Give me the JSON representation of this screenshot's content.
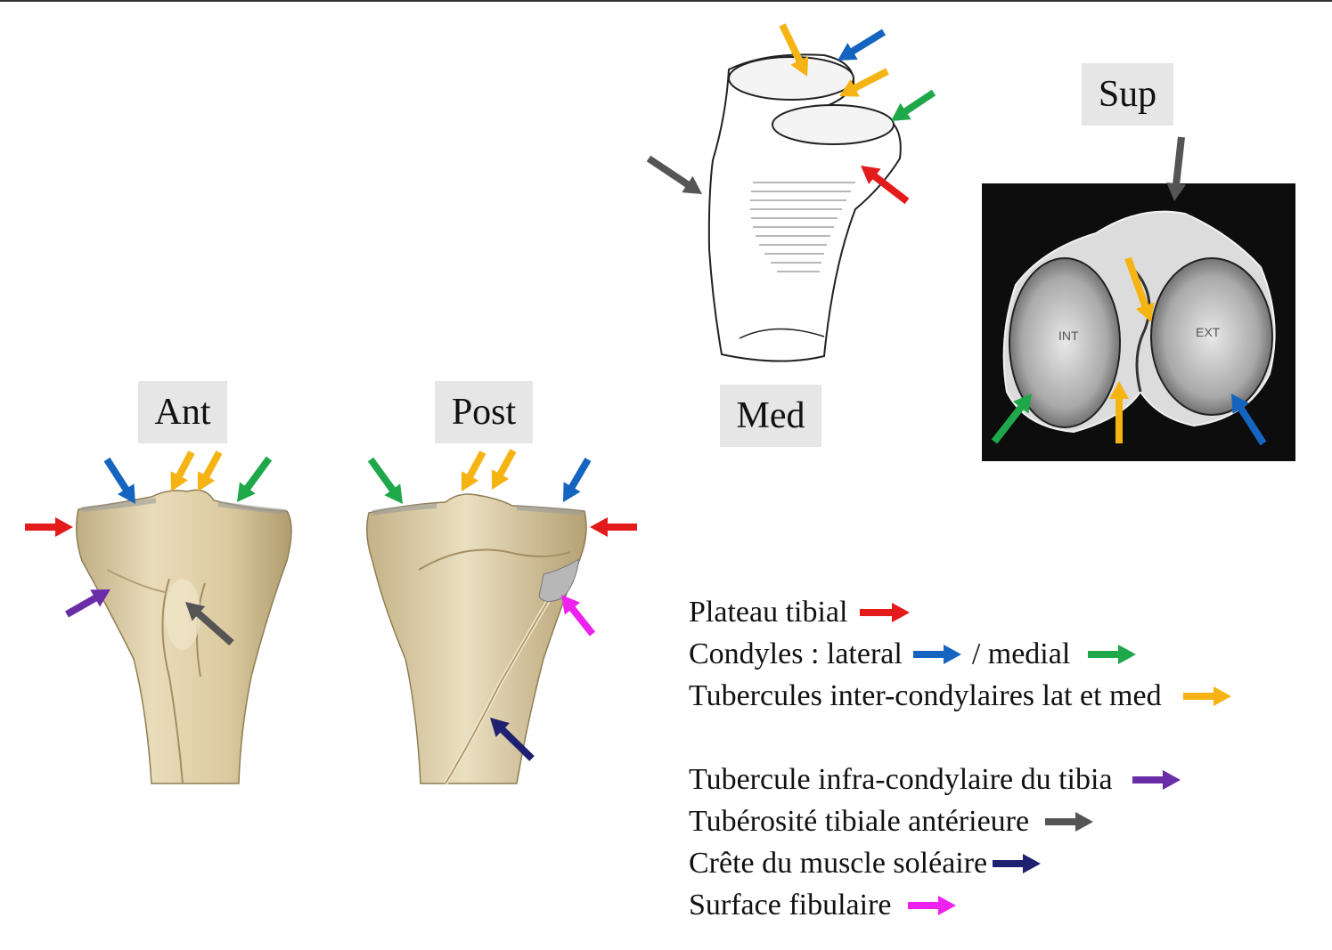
{
  "views": {
    "ant": "Ant",
    "post": "Post",
    "med": "Med",
    "sup": "Sup"
  },
  "sup_image_marks": {
    "left": "INT",
    "right": "EXT"
  },
  "colors": {
    "red": "#e31b1b",
    "blue": "#1565c0",
    "green": "#1ea84a",
    "yellow": "#f5b414",
    "purple": "#6a2da8",
    "gray": "#555555",
    "navy": "#1f2170",
    "magenta": "#ee22ee"
  },
  "legend": {
    "plateau": "Plateau tibial",
    "condyles_prefix": "Condyles : lateral",
    "condyles_sep": "/ medial",
    "tubercules_ic": "Tubercules inter-condylaires lat et med",
    "tubercule_ic": "Tubercule infra-condylaire du tibia",
    "tuberosite": "Tubérosité tibiale antérieure",
    "crete": "Crête du muscle soléaire",
    "surface": "Surface fibulaire"
  }
}
